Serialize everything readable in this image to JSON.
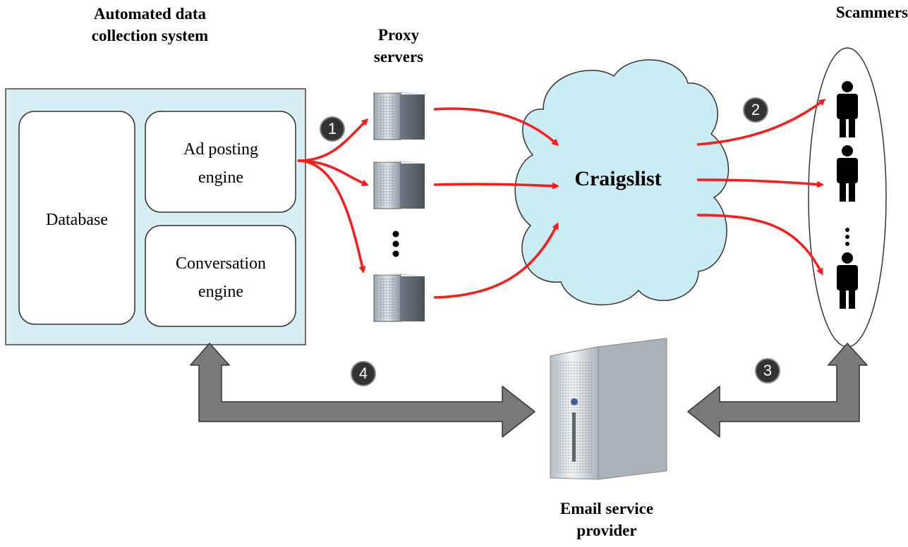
{
  "labels": {
    "system_title": "Automated data collection system",
    "proxy_title": "Proxy servers",
    "scammers_title": "Scammers",
    "craigslist": "Craigslist",
    "email_provider": "Email service provider"
  },
  "components": {
    "database": "Database",
    "ad_posting_engine": "Ad posting engine",
    "conversation_engine": "Conversation engine"
  },
  "steps": [
    "1",
    "2",
    "3",
    "4"
  ],
  "colors": {
    "system_fill": "#d6eef4",
    "cloud_fill": "#c9ecf5",
    "flow_arrow": "#ff1a1a",
    "exchange_arrow": "#7a7a7a",
    "step_marker": "#333333"
  }
}
